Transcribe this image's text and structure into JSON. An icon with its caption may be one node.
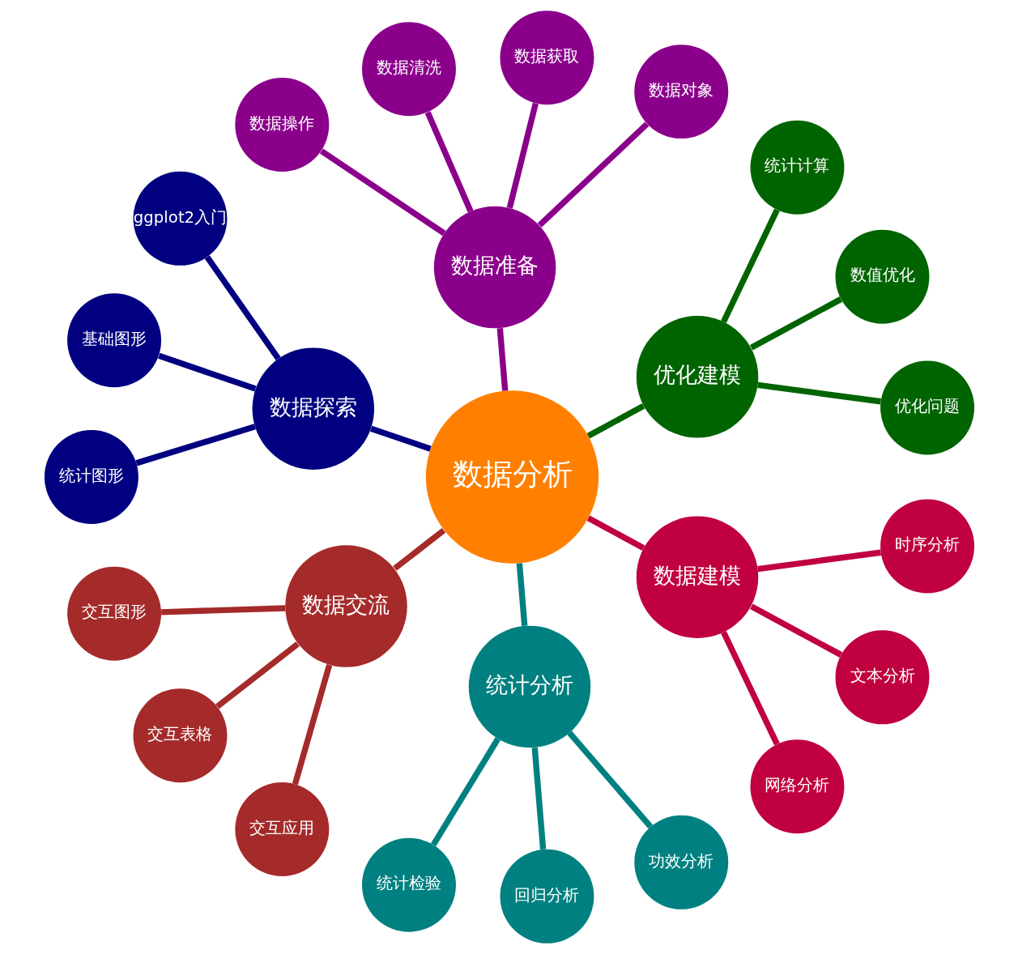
{
  "diagram": {
    "nodes": [
      {
        "text": [
          "数据分析"
        ]
      },
      {
        "text": [
          "优化建模"
        ]
      },
      {
        "text": [
          "优化问题"
        ]
      },
      {
        "text": [
          "数值优化"
        ]
      },
      {
        "text": [
          "统计计算"
        ]
      },
      {
        "text": [
          "数据准备"
        ]
      },
      {
        "text": [
          "数据对象"
        ]
      },
      {
        "text": [
          "数据获取"
        ]
      },
      {
        "text": [
          "数据清洗"
        ]
      },
      {
        "text": [
          "数据操作"
        ]
      },
      {
        "text": [
          "数据探索"
        ]
      },
      {
        "text": [
          "ggplot2入门"
        ]
      },
      {
        "text": [
          "基础图形"
        ]
      },
      {
        "text": [
          "统计图形"
        ]
      },
      {
        "text": [
          "数据交流"
        ]
      },
      {
        "text": [
          "交互图形"
        ]
      },
      {
        "text": [
          "交互表格"
        ]
      },
      {
        "text": [
          "交互应用"
        ]
      },
      {
        "text": [
          "统计分析"
        ]
      },
      {
        "text": [
          "统计检验"
        ]
      },
      {
        "text": [
          "回归分析"
        ]
      },
      {
        "text": [
          "功效分析"
        ]
      },
      {
        "text": [
          "数据建模"
        ]
      },
      {
        "text": [
          "网络分析"
        ]
      },
      {
        "text": [
          "文本分析"
        ]
      },
      {
        "text": [
          "时序分析"
        ]
      }
    ],
    "edges": [
      {
        "from": 0,
        "to": 1,
        "arrow": "none",
        "color": "#006400"
      },
      {
        "from": 1,
        "to": 2,
        "arrow": "none",
        "color": "#006400"
      },
      {
        "from": 1,
        "to": 3,
        "arrow": "none",
        "color": "#006400"
      },
      {
        "from": 1,
        "to": 4,
        "arrow": "none",
        "color": "#006400"
      },
      {
        "from": 0,
        "to": 5,
        "arrow": "none",
        "color": "#8b008b"
      },
      {
        "from": 5,
        "to": 6,
        "arrow": "none",
        "color": "#8b008b"
      },
      {
        "from": 5,
        "to": 7,
        "arrow": "none",
        "color": "#8b008b"
      },
      {
        "from": 5,
        "to": 8,
        "arrow": "none",
        "color": "#8b008b"
      },
      {
        "from": 5,
        "to": 9,
        "arrow": "none",
        "color": "#8b008b"
      },
      {
        "from": 0,
        "to": 10,
        "arrow": "none",
        "color": "#000080"
      },
      {
        "from": 10,
        "to": 11,
        "arrow": "none",
        "color": "#000080"
      },
      {
        "from": 10,
        "to": 12,
        "arrow": "none",
        "color": "#000080"
      },
      {
        "from": 10,
        "to": 13,
        "arrow": "none",
        "color": "#000080"
      },
      {
        "from": 0,
        "to": 14,
        "arrow": "none",
        "color": "#a52a2a"
      },
      {
        "from": 14,
        "to": 15,
        "arrow": "none",
        "color": "#a52a2a"
      },
      {
        "from": 14,
        "to": 16,
        "arrow": "none",
        "color": "#a52a2a"
      },
      {
        "from": 14,
        "to": 17,
        "arrow": "none",
        "color": "#a52a2a"
      },
      {
        "from": 0,
        "to": 18,
        "arrow": "none",
        "color": "#008080"
      },
      {
        "from": 18,
        "to": 19,
        "arrow": "none",
        "color": "#008080"
      },
      {
        "from": 18,
        "to": 20,
        "arrow": "none",
        "color": "#008080"
      },
      {
        "from": 18,
        "to": 21,
        "arrow": "none",
        "color": "#008080"
      },
      {
        "from": 0,
        "to": 22,
        "arrow": "none",
        "color": "#c0003f"
      },
      {
        "from": 22,
        "to": 23,
        "arrow": "none",
        "color": "#c0003f"
      },
      {
        "from": 22,
        "to": 24,
        "arrow": "none",
        "color": "#c0003f"
      },
      {
        "from": 22,
        "to": 25,
        "arrow": "none",
        "color": "#c0003f"
      }
    ]
  }
}
